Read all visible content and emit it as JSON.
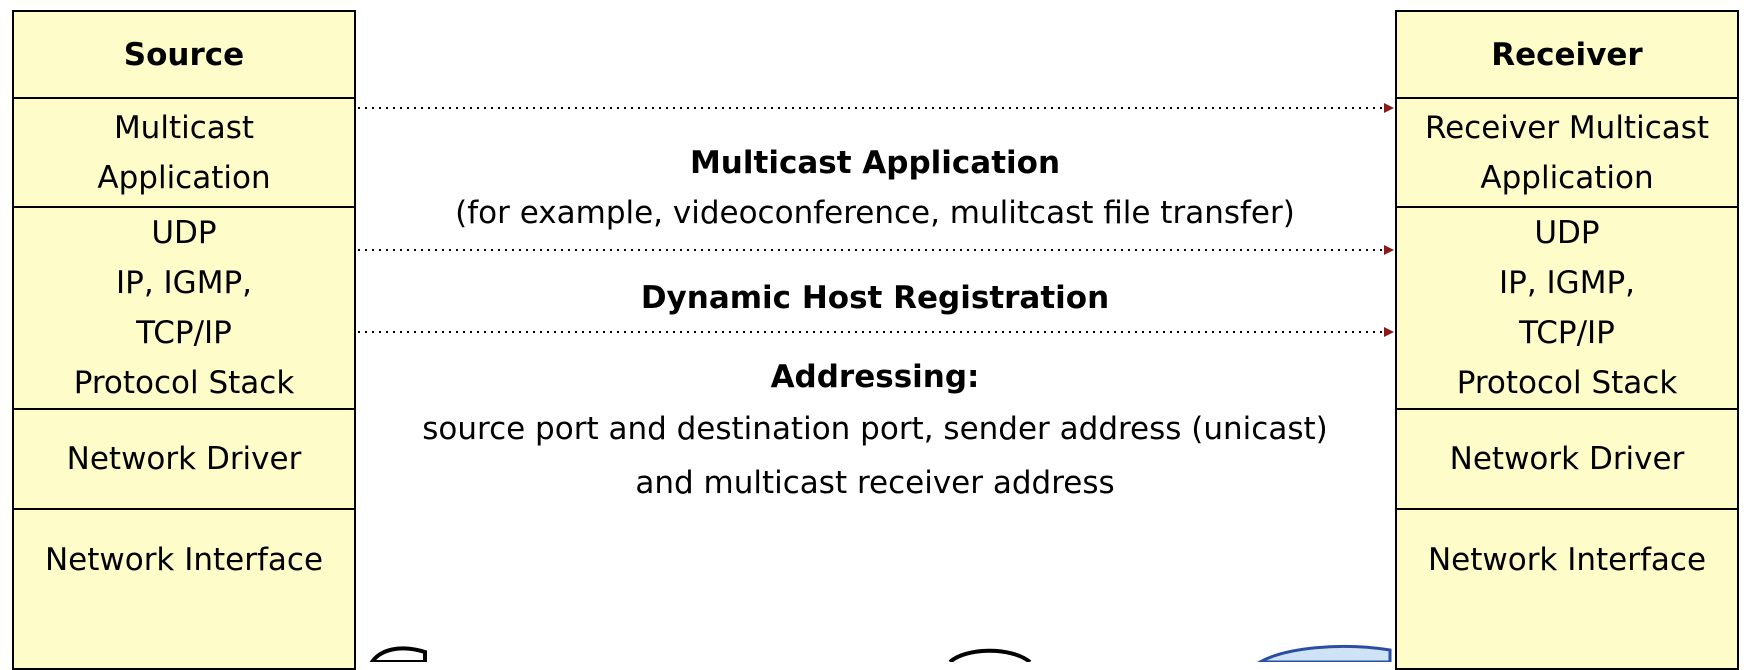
{
  "source": {
    "title": "Source",
    "layers": {
      "app": [
        "Multicast",
        "Application"
      ],
      "stack": [
        "UDP",
        "IP, IGMP,",
        "TCP/IP",
        "Protocol Stack"
      ],
      "driver": "Network Driver",
      "interface": "Network Interface"
    }
  },
  "receiver": {
    "title": "Receiver",
    "layers": {
      "app": [
        "Receiver Multicast",
        "Application"
      ],
      "stack": [
        "UDP",
        "IP, IGMP,",
        "TCP/IP",
        "Protocol Stack"
      ],
      "driver": "Network Driver",
      "interface": "Network Interface"
    }
  },
  "middle": {
    "app_title": "Multicast Application",
    "app_example": "(for example, videoconference, mulitcast file transfer)",
    "registration": "Dynamic Host Registration",
    "addressing_title": "Addressing:",
    "addressing_line1": "source port and destination port, sender address (unicast)",
    "addressing_line2": "and multicast receiver address"
  },
  "colors": {
    "box_fill": "#fefcc8",
    "arrow_head": "#8b1a1a",
    "cloud_fill": "#cfe3f7",
    "cloud_stroke": "#2b4fa0"
  }
}
